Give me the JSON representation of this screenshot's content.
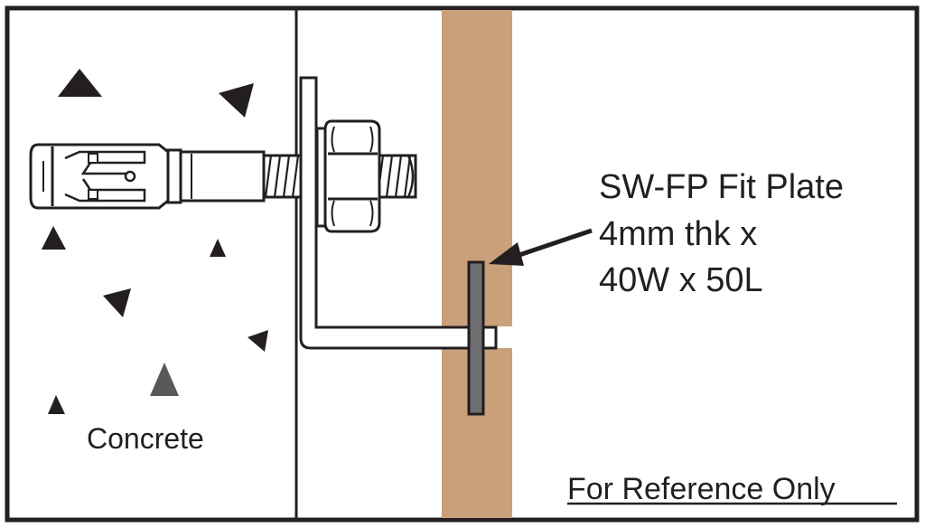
{
  "labels": {
    "material": "Concrete",
    "callout_line1": "SW-FP Fit Plate",
    "callout_line2": "4mm thk x",
    "callout_line3": "40W x 50L",
    "disclaimer": "For Reference Only"
  },
  "colors": {
    "outline": "#231f20",
    "timber": "#c9a07a",
    "plate": "#6d6e71",
    "aggregate": "#231f20",
    "aggregate_grey": "#58595b"
  },
  "icons": {
    "anchor": "expansion-anchor-bolt-icon",
    "nut": "hex-nut-icon",
    "bracket": "angle-bracket-icon",
    "arrow": "callout-arrow-icon"
  }
}
